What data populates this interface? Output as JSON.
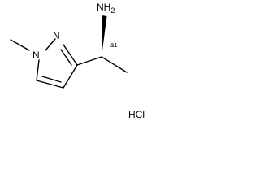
{
  "molecule": {
    "atoms": {
      "amine": "NH",
      "amine_subscript": "2",
      "ring_n1": "N",
      "ring_n2": "N"
    },
    "stereo_label": "&1",
    "salt": "HCl"
  },
  "colors": {
    "ink": "#000000",
    "background": "#ffffff"
  }
}
